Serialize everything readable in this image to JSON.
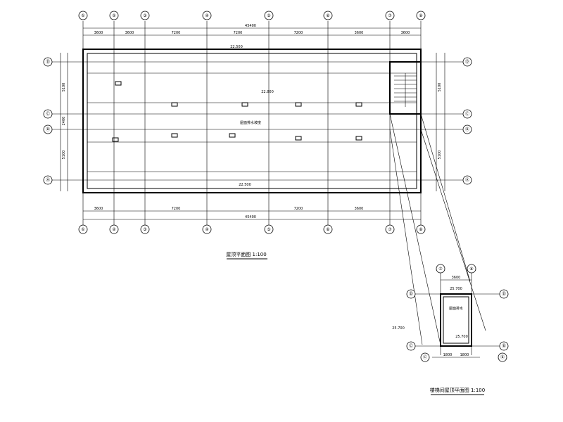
{
  "main_plan": {
    "title": "屋顶平面图 1:100",
    "subtitle": "1:100",
    "total_dimension": "45400",
    "axis_labels_top": [
      "①",
      "②",
      "③",
      "④",
      "⑤",
      "⑥",
      "⑦",
      "⑧"
    ],
    "axis_labels_side": [
      "Ⓓ",
      "Ⓒ",
      "Ⓑ",
      "Ⓐ"
    ],
    "bay_dimensions": [
      "3600",
      "3600",
      "7200",
      "7200",
      "7200",
      "3600",
      "3600"
    ],
    "side_dimensions": [
      "5100",
      "2400",
      "5100"
    ],
    "roof_note": "屋面排水坡度",
    "elevations": [
      "22.500",
      "22.500",
      "22.800"
    ]
  },
  "detail_plan": {
    "title": "楼梯间屋顶平面图 1:100",
    "axis_labels_top": [
      "⑦",
      "⑧"
    ],
    "axis_labels_side": [
      "Ⓓ",
      "Ⓑ",
      "Ⓒ"
    ],
    "dimension": "3600",
    "sub_dimensions": [
      "1800",
      "1800"
    ],
    "note": "屋面排水",
    "elevations": [
      "25.700",
      "25.700",
      "25.700"
    ]
  }
}
